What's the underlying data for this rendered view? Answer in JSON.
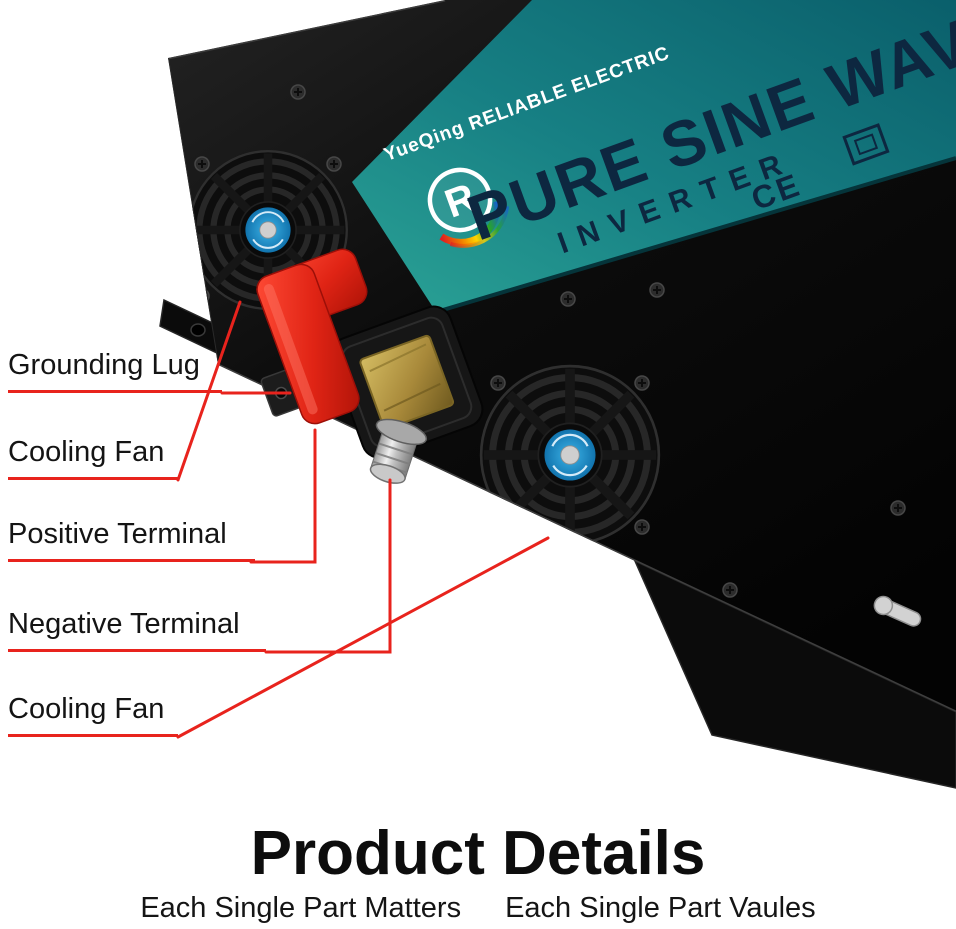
{
  "device": {
    "brand_line": "YueQing RELIABLE ELECTRIC",
    "product_title": "PURE SINE WAVE INVERTER",
    "product_subtitle": "INVERTER",
    "certification": "CE",
    "logo_letter": "R"
  },
  "callouts": [
    {
      "text": "Grounding Lug"
    },
    {
      "text": "Cooling Fan"
    },
    {
      "text": "Positive Terminal"
    },
    {
      "text": "Negative Terminal"
    },
    {
      "text": "Cooling Fan"
    }
  ],
  "footer": {
    "title": "Product Details",
    "subtitle_left": "Each Single Part Matters",
    "subtitle_right": "Each Single Part Vaules"
  },
  "colors": {
    "accent_red": "#e8231d",
    "teal_panel": "#178084",
    "body_black": "#0c0c0c",
    "title_text": "#0d2740"
  }
}
